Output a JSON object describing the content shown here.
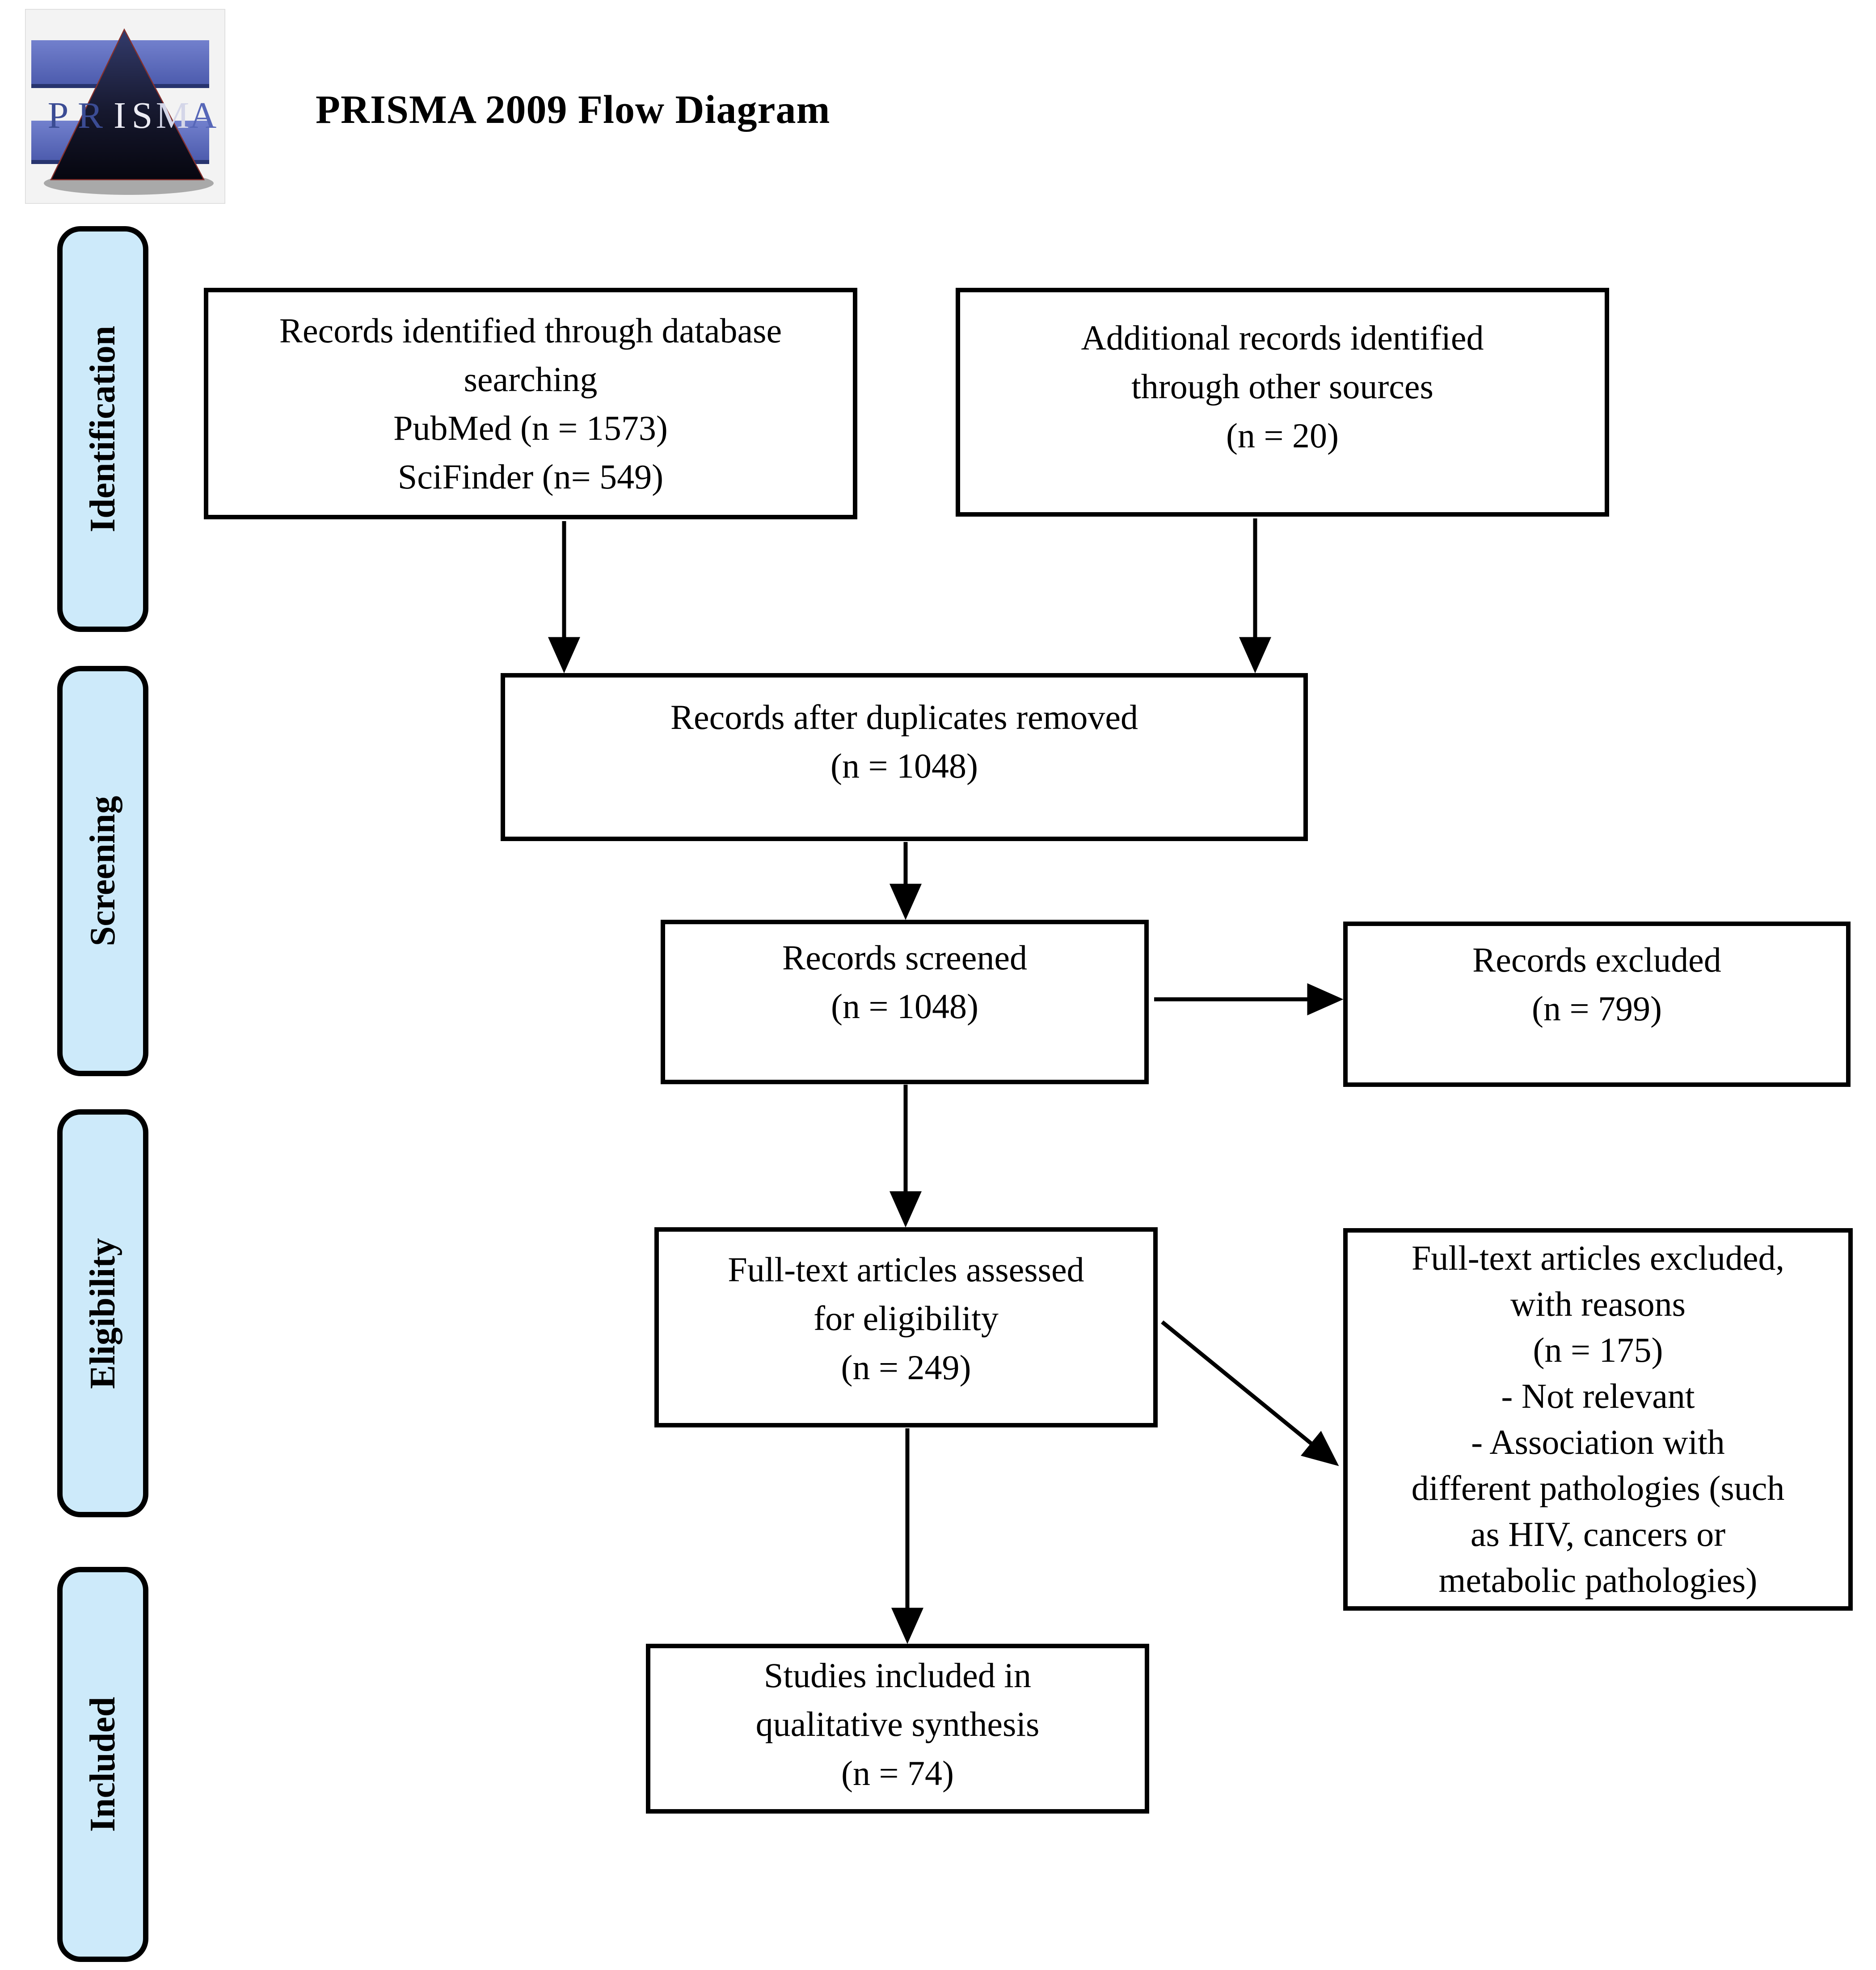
{
  "page": {
    "background": "#ffffff"
  },
  "header": {
    "title": "PRISMA 2009 Flow Diagram"
  },
  "logo": {
    "word": "PRISMA",
    "letters": [
      {
        "char": "P",
        "color": "#3b4c94"
      },
      {
        "char": "R",
        "color": "#3b4c94"
      },
      {
        "char": "I",
        "color": "#ececf4"
      },
      {
        "char": "S",
        "color": "#ececf4"
      },
      {
        "char": "M",
        "color": "#d4d6e8"
      },
      {
        "char": "A",
        "color": "#5767b8"
      }
    ]
  },
  "stages": [
    {
      "label": "Identification"
    },
    {
      "label": "Screening"
    },
    {
      "label": "Eligibility"
    },
    {
      "label": "Included"
    }
  ],
  "boxes": {
    "records_identified": "Records identified through database\nsearching\nPubMed (n = 1573)\nSciFinder (n= 549)",
    "additional_records": "Additional records identified\nthrough other sources\n(n = 20)",
    "duplicates_removed": "Records after duplicates removed\n(n = 1048)",
    "records_screened": "Records screened\n(n = 1048)",
    "records_excluded": "Records excluded\n(n = 799)",
    "fulltext_assessed": "Full-text articles assessed\nfor eligibility\n(n = 249)",
    "fulltext_excluded": "Full-text articles excluded,\nwith reasons\n(n = 175)\n- Not relevant\n- Association with\ndifferent pathologies (such\nas HIV, cancers or\nmetabolic pathologies)",
    "studies_included": "Studies included in\nqualitative synthesis\n(n = 74)"
  },
  "colors": {
    "stage_fill": "#cdeafa",
    "box_fill": "#ffffff",
    "box_border": "#000000",
    "arrow": "#000000",
    "logo_band": "#5a69b6",
    "logo_triangle_dark": "#07070f"
  }
}
